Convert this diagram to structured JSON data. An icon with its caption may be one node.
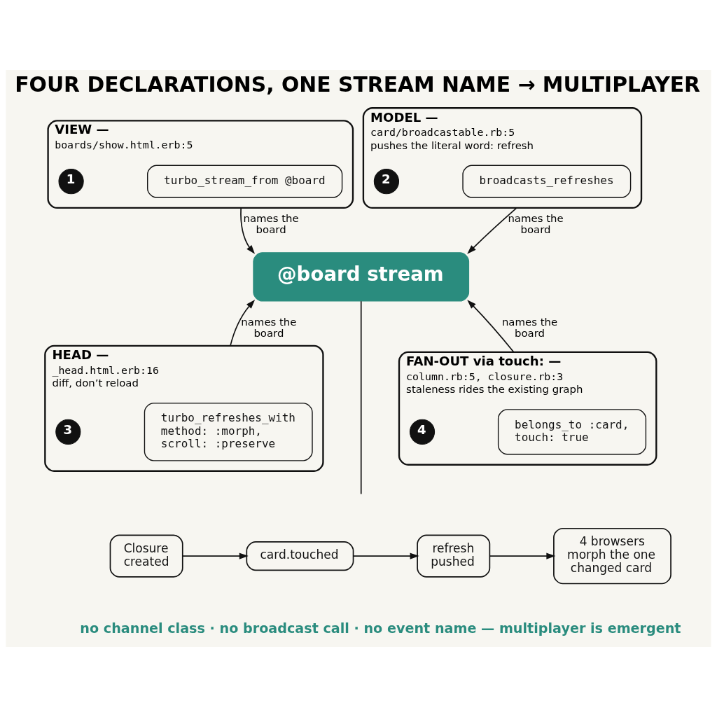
{
  "diagram": {
    "title": "FOUR DECLARATIONS, ONE STREAM NAME → MULTIPLAYER",
    "nodes": [
      {
        "text": [
          "VIEW —",
          "boards/show.html.erb:5"
        ]
      },
      {
        "text": [
          "1"
        ],
        "in": 0
      },
      {
        "text": [
          "turbo_stream_from @board"
        ],
        "in": 0
      },
      {
        "text": [
          "MODEL —",
          "card/broadcastable.rb:5",
          "pushes the literal word: refresh"
        ]
      },
      {
        "text": [
          "2"
        ],
        "in": 3
      },
      {
        "text": [
          "broadcasts_refreshes"
        ],
        "in": 3
      },
      {
        "text": [
          "@board stream"
        ]
      },
      {
        "text": [
          "HEAD —",
          "_head.html.erb:16",
          "diff, don’t reload"
        ]
      },
      {
        "text": [
          "3"
        ],
        "in": 7
      },
      {
        "text": [
          "turbo_refreshes_with method: :morph, scroll: :preserve"
        ],
        "in": 7
      },
      {
        "text": [
          "FAN-OUT via touch: —",
          "column.rb:5, closure.rb:3",
          "staleness rides the existing graph"
        ]
      },
      {
        "text": [
          "4"
        ],
        "in": 10
      },
      {
        "text": [
          "belongs_to :card, touch: true"
        ],
        "in": 10
      },
      {
        "text": [
          "Closure created"
        ]
      },
      {
        "text": [
          "card.touched"
        ]
      },
      {
        "text": [
          "refresh pushed"
        ]
      },
      {
        "text": [
          "4 browsers morph the one changed card"
        ]
      }
    ],
    "edges": [
      {
        "from": 0,
        "to": 6,
        "arrow": "to",
        "label": "names the board"
      },
      {
        "from": 3,
        "to": 6,
        "arrow": "to",
        "label": "names the board"
      },
      {
        "from": 7,
        "to": 6,
        "arrow": "to",
        "label": "names the board"
      },
      {
        "from": 10,
        "to": 6,
        "arrow": "to",
        "label": "names the board"
      },
      {
        "from": 6,
        "to": null,
        "arrow": "none"
      },
      {
        "from": 13,
        "to": 14,
        "arrow": "to"
      },
      {
        "from": 14,
        "to": 15,
        "arrow": "to"
      },
      {
        "from": 15,
        "to": 16,
        "arrow": "to"
      }
    ],
    "caption": "no channel class · no broadcast call · no event name — multiplayer is emergent"
  }
}
